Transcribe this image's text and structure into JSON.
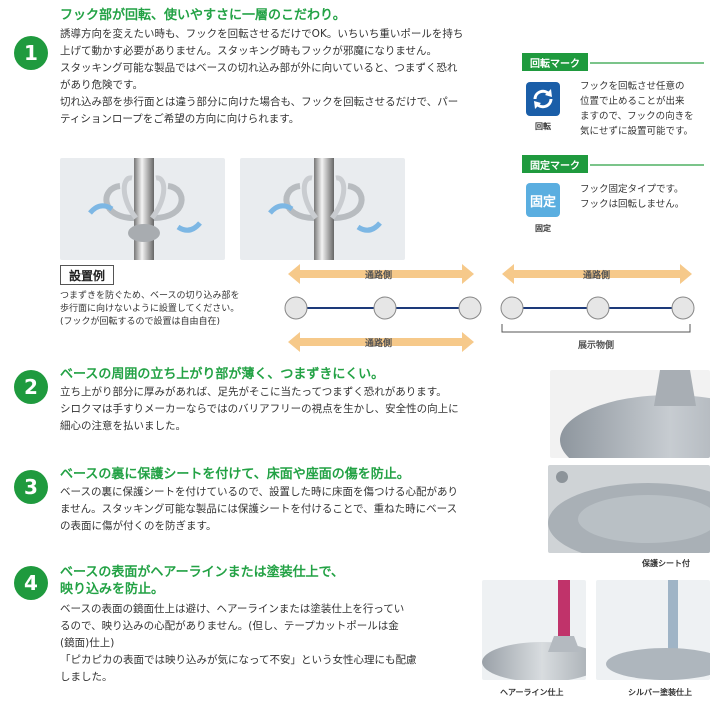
{
  "sections": [
    {
      "number": "1",
      "title": "フック部が回転、使いやすさに一層のこだわり。",
      "lines": [
        "誘導方向を変えたい時も、フックを回転させるだけでOK。いちいち重いポールを持ち",
        "上げて動かす必要がありません。スタッキング時もフックが邪魔になりません。",
        "スタッキング可能な製品ではベースの切れ込み部が外に向いていると、つまずく恐れ",
        "があり危険です。",
        "切れ込み部を歩行面とは違う部分に向けた場合も、フックを回転させるだけで、パー",
        "ティションロープをご希望の方向に向けられます。"
      ]
    },
    {
      "number": "2",
      "title": "ベースの周囲の立ち上がり部が薄く、つまずきにくい。",
      "lines": [
        "立ち上がり部分に厚みがあれば、足先がそこに当たってつまずく恐れがあります。",
        "シロクマは手すりメーカーならではのバリアフリーの視点を生かし、安全性の向上に",
        "細心の注意を払いました。"
      ]
    },
    {
      "number": "3",
      "title": "ベースの裏に保護シートを付けて、床面や座面の傷を防止。",
      "lines": [
        "ベースの裏に保護シートを付けているので、設置した時に床面を傷つける心配があり",
        "ません。スタッキング可能な製品には保護シートを付けることで、重ねた時にベース",
        "の表面に傷が付くのを防ぎます。"
      ]
    },
    {
      "number": "4",
      "title_lines": [
        "ベースの表面がヘアーラインまたは塗装仕上で、",
        "映り込みを防止。"
      ],
      "lines": [
        "ベースの表面の鏡面仕上は避け、ヘアーラインまたは塗装仕上を行ってい",
        "るので、映り込みの心配がありません。(但し、テープカットポールは金",
        "(鏡面)仕上)",
        "「ピカピカの表面では映り込みが気になって不安」という女性心理にも配慮",
        "しました。"
      ]
    }
  ],
  "sidebar": {
    "rotation": {
      "label": "回転マーク",
      "icon": "rotation-arrows-icon",
      "caption": "回転",
      "lines": [
        "フックを回転させ任意の",
        "位置で止めることが出来",
        "ますので、フックの向きを",
        "気にせずに設置可能です。"
      ]
    },
    "fixed": {
      "label": "固定マーク",
      "icon_text": "固定",
      "caption": "固定",
      "lines": [
        "フック固定タイプです。",
        "フックは回転しません。"
      ]
    }
  },
  "installation": {
    "title": "設置例",
    "lines": [
      "つまずきを防ぐため、ベースの切り込み部を",
      "歩行面に向けないように設置してください。",
      "(フックが回転するので設置は自由自在)"
    ],
    "walkway_label": "通路側",
    "display_label": "展示物側"
  },
  "captions": {
    "protection_sheet": "保護シート付",
    "hairline": "ヘアーライン仕上",
    "silver": "シルバー塗装仕上"
  },
  "colors": {
    "accent": "#1f9a3e",
    "title_green": "#23a245",
    "rotation_blue": "#1a5ea8",
    "fixed_blue": "#5aaee0",
    "arrow_orange": "#f6c98a",
    "rope_navy": "#1d3a7a",
    "pink_pole": "#c0336a"
  }
}
